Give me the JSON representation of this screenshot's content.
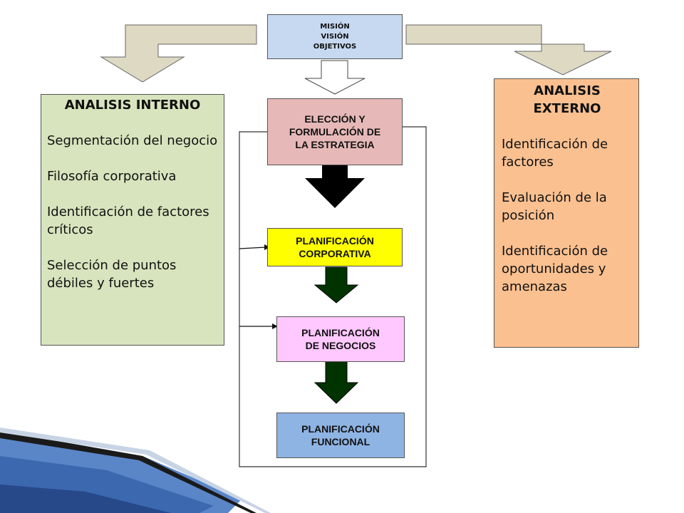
{
  "mission": [
    "MISIÓN",
    "VISIÓN",
    "OBJETIVOS"
  ],
  "strategy": [
    "ELECCIÓN Y",
    "FORMULACIÓN DE",
    "LA ESTRATEGIA"
  ],
  "corporate": [
    "PLANIFICACIÓN",
    "CORPORATIVA"
  ],
  "business": [
    "PLANIFICACIÓN",
    "DE NEGOCIOS"
  ],
  "functional": [
    "PLANIFICACIÓN",
    "FUNCIONAL"
  ],
  "internal": {
    "title": "ANALISIS INTERNO",
    "items": [
      "Segmentación del negocio",
      "Filosofía corporativa",
      "Identificación de factores críticos",
      "Selección de puntos débiles y fuertes"
    ]
  },
  "external": {
    "title": [
      "ANALISIS",
      "EXTERNO"
    ],
    "items": [
      "Identificación de factores",
      "Evaluación de la posición",
      "Identificación de oportunidades y amenazas"
    ]
  },
  "colors": {
    "mission": "#c6d9f1",
    "strategy": "#e6b9b8",
    "corporate": "#ffff00",
    "business": "#ffc8ff",
    "functional": "#8eb4e3",
    "internal": "#d7e4bd",
    "external": "#fac090",
    "arrow_tan": "#ddd9c3",
    "arrow_green": "#003300"
  }
}
